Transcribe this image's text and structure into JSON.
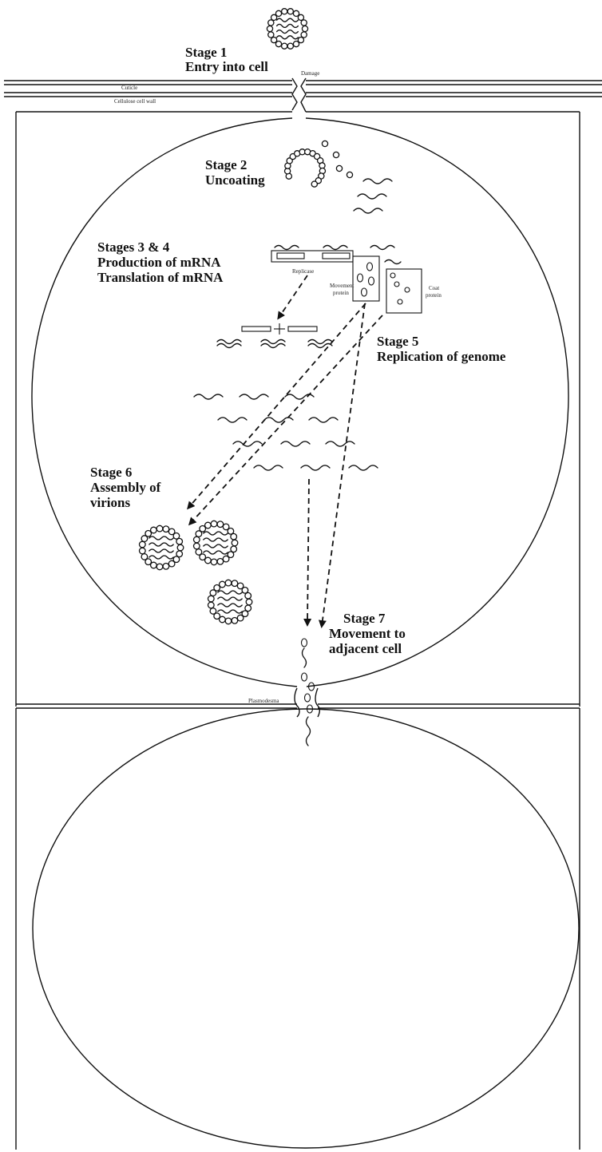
{
  "stages": {
    "stage1": {
      "title": "Stage 1",
      "subtitle": "Entry into cell"
    },
    "stage2": {
      "title": "Stage 2",
      "subtitle": "Uncoating"
    },
    "stage34": {
      "title": "Stages 3 & 4",
      "line2": "Production of mRNA",
      "line3": "Translation of mRNA"
    },
    "stage5": {
      "title": "Stage 5",
      "subtitle": "Replication of genome"
    },
    "stage6": {
      "title": "Stage 6",
      "line2": "Assembly of",
      "line3": "virions"
    },
    "stage7": {
      "title": "Stage 7",
      "line2": "Movement to",
      "line3": "adjacent cell"
    }
  },
  "labels": {
    "cuticle": "Cuticle",
    "cell_wall": "Cellulose cell wall",
    "damage": "Damage",
    "replicase": "Replicase",
    "movement_protein_1": "Movement",
    "movement_protein_2": "protein",
    "coat_protein_1": "Coat",
    "coat_protein_2": "protein",
    "plasmodesma": "Plasmodesma",
    "plus": "+"
  },
  "colors": {
    "ink": "#111111",
    "background": "#ffffff"
  }
}
